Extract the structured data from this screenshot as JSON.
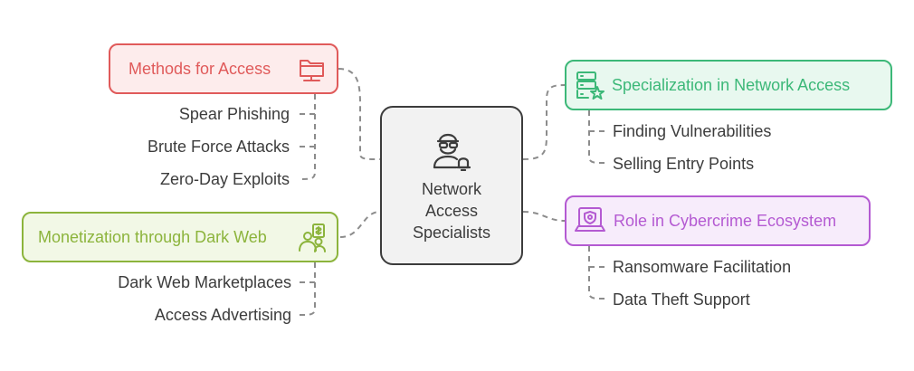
{
  "center": {
    "label": "Network Access Specialists",
    "icon": "hacker-alert-icon"
  },
  "branches": [
    {
      "id": "methods",
      "label": "Methods for Access",
      "color": "#e05a5a",
      "bg": "#fdecec",
      "icon": "folder-network-icon",
      "items": [
        "Spear Phishing",
        "Brute Force Attacks",
        "Zero-Day Exploits"
      ]
    },
    {
      "id": "monetization",
      "label": "Monetization through Dark Web",
      "color": "#8cb43c",
      "bg": "#f2f8e6",
      "icon": "users-money-icon",
      "items": [
        "Dark Web Marketplaces",
        "Access Advertising"
      ]
    },
    {
      "id": "specialization",
      "label": "Specialization in Network Access",
      "color": "#3cb878",
      "bg": "#e8f8ef",
      "icon": "server-star-icon",
      "items": [
        "Finding Vulnerabilities",
        "Selling Entry Points"
      ]
    },
    {
      "id": "role",
      "label": "Role in Cybercrime Ecosystem",
      "color": "#b45ad2",
      "bg": "#f7ecfb",
      "icon": "laptop-shield-icon",
      "items": [
        "Ransomware Facilitation",
        "Data Theft Support"
      ]
    }
  ],
  "connector_color": "#8c8c8c"
}
